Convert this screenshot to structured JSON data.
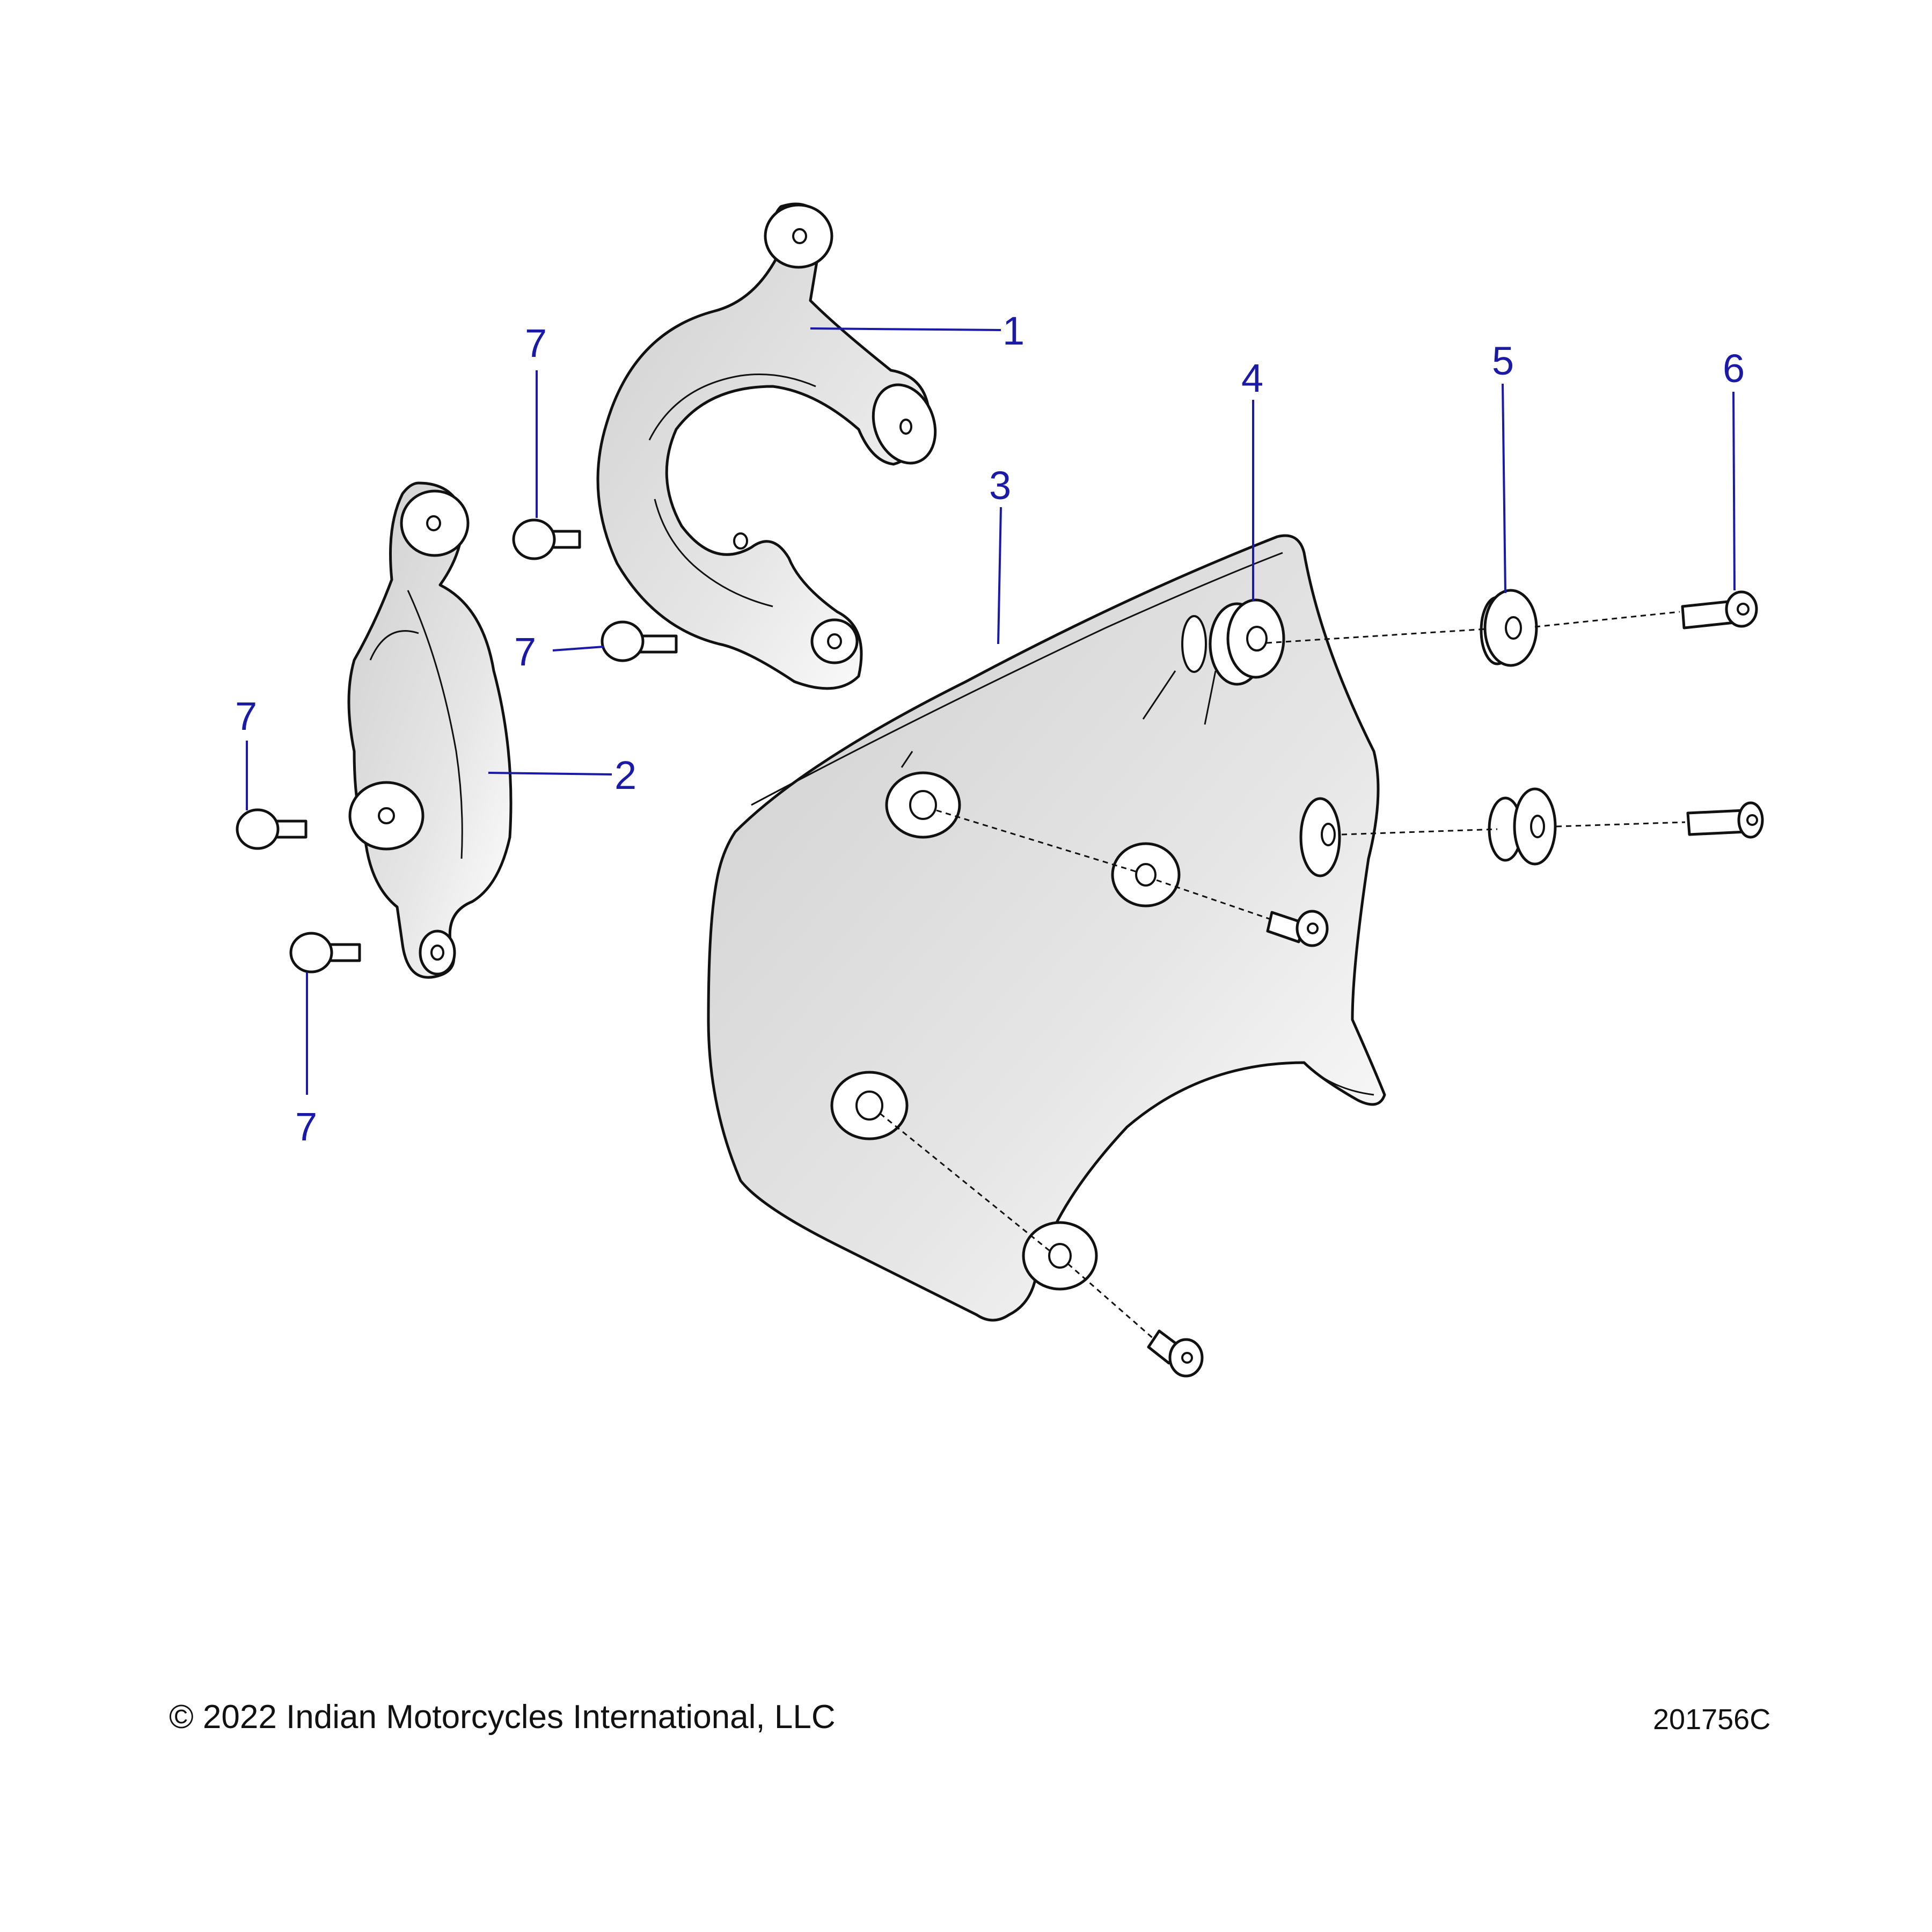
{
  "callouts": {
    "c1": "1",
    "c2": "2",
    "c3": "3",
    "c4": "4",
    "c5": "5",
    "c6": "6",
    "c7a": "7",
    "c7b": "7",
    "c7c": "7",
    "c7d": "7"
  },
  "footer": {
    "copyright": "© 2022 Indian Motorcycles International, LLC",
    "diagram_id": "201756C"
  },
  "colors": {
    "callout": "#1a1aa6",
    "part_fill": "#ffffff",
    "shade": "#d6d6d6",
    "line": "#111111"
  }
}
